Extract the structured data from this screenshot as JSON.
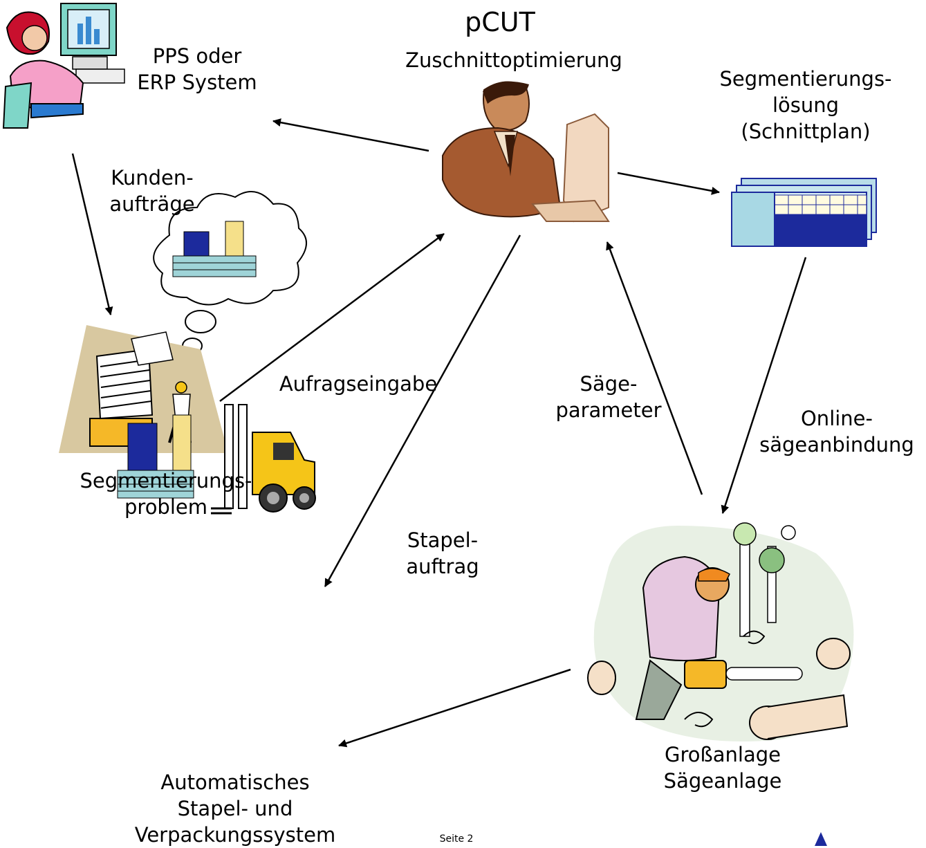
{
  "title": {
    "main": "pCUT",
    "sub": "Zuschnittoptimierung"
  },
  "nodes": {
    "pps": {
      "line1": "PPS oder",
      "line2": "ERP System"
    },
    "segmentierungsloesung": {
      "line1": "Segmentierungs-",
      "line2": "lösung",
      "line3": "(Schnittplan)"
    },
    "segmentierungsproblem": {
      "line1": "Segmentierungs-",
      "line2": "problem"
    },
    "stapelsystem": {
      "line1": "Automatisches",
      "line2": "Stapel- und",
      "line3": "Verpackungssystem"
    },
    "saegeanlage": {
      "line1": "Großanlage",
      "line2": "Sägeanlage"
    }
  },
  "edges": {
    "kundenauftraege": {
      "line1": "Kunden-",
      "line2": "aufträge"
    },
    "auftragseingabe": {
      "line1": "Aufragseingabe"
    },
    "saegeparameter": {
      "line1": "Säge-",
      "line2": "parameter"
    },
    "onlinesaege": {
      "line1": "Online-",
      "line2": "sägeanbindung"
    },
    "stapelauftrag": {
      "line1": "Stapel-",
      "line2": "auftrag"
    }
  },
  "footer": {
    "page": "Seite 2"
  },
  "colors": {
    "arrow": "#000000",
    "skin": "#c98a5a",
    "suit": "#8a4a2a",
    "blue": "#1c2a9c",
    "yellow": "#f5c518",
    "cloud": "#ffffff",
    "stack": "#9fd4d8"
  }
}
